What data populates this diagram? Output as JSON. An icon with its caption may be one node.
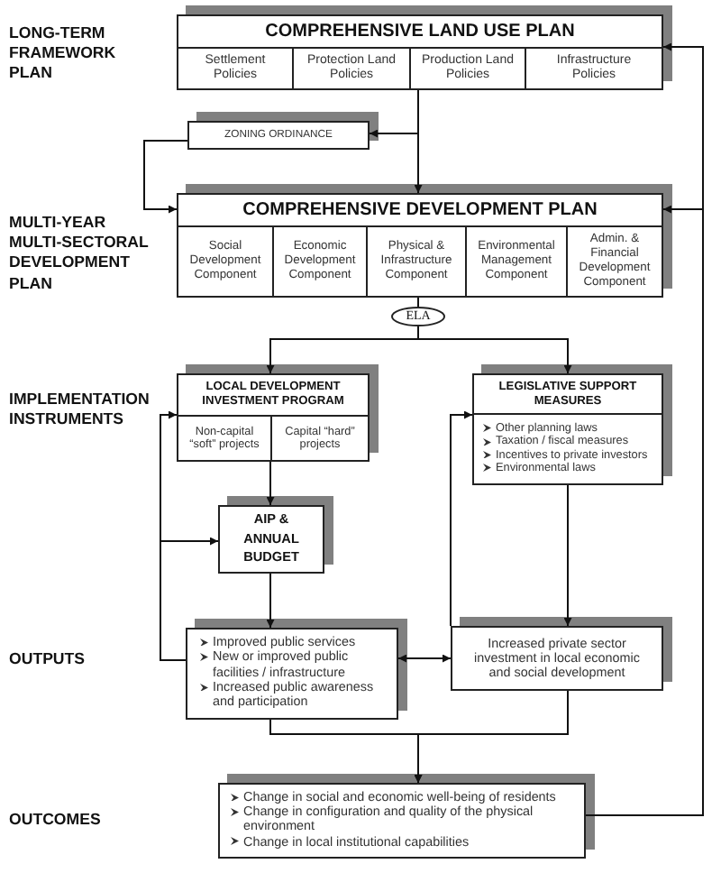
{
  "diagram": {
    "nodes": [
      {
        "text": [
          "COMPREHENSIVE LAND USE PLAN"
        ]
      },
      {
        "text": [
          "Settlement Policies"
        ],
        "in": 0
      },
      {
        "text": [
          "Protection Land Policies"
        ],
        "in": 0
      },
      {
        "text": [
          "Production Land Policies"
        ],
        "in": 0
      },
      {
        "text": [
          "Infrastructure Policies"
        ],
        "in": 0
      },
      {
        "text": [
          "ZONING ORDINANCE"
        ]
      },
      {
        "text": [
          "COMPREHENSIVE DEVELOPMENT PLAN"
        ]
      },
      {
        "text": [
          "Social Development Component"
        ],
        "in": 6
      },
      {
        "text": [
          "Economic Development Component"
        ],
        "in": 6
      },
      {
        "text": [
          "Physical & Infrastructure Component"
        ],
        "in": 6
      },
      {
        "text": [
          "Environmental Management Component"
        ],
        "in": 6
      },
      {
        "text": [
          "Admin. & Financial Development Component"
        ],
        "in": 6
      },
      {
        "text": [
          "ELA"
        ]
      },
      {
        "text": [
          "LOCAL DEVELOPMENT INVESTMENT PROGRAM"
        ]
      },
      {
        "text": [
          "Non-capital “soft” projects"
        ],
        "in": 13
      },
      {
        "text": [
          "Capital “hard” projects"
        ],
        "in": 13
      },
      {
        "text": [
          "LEGISLATIVE SUPPORT MEASURES",
          "Other planning laws",
          "Taxation / fiscal measures",
          "Incentives to private investors",
          "Environmental laws"
        ]
      },
      {
        "text": [
          "AIP & ANNUAL BUDGET"
        ]
      },
      {
        "text": [
          "Improved public services",
          "New or improved public facilities / infrastructure",
          "Increased public awareness and participation"
        ]
      },
      {
        "text": [
          "Increased private sector investment in local economic and social development"
        ]
      },
      {
        "text": [
          "Change in social and economic well-being of residents",
          "Change in configuration and quality of the physical environment",
          "Change in local institutional capabilities"
        ]
      }
    ],
    "edges": [
      {
        "from": 0,
        "to": 5,
        "arrow": "to"
      },
      {
        "from": 0,
        "to": 6,
        "arrow": "to"
      },
      {
        "from": 5,
        "to": 6,
        "arrow": "to"
      },
      {
        "from": 6,
        "to": 12,
        "arrow": "none"
      },
      {
        "from": 12,
        "to": 13,
        "arrow": "to"
      },
      {
        "from": 12,
        "to": 16,
        "arrow": "to"
      },
      {
        "from": 13,
        "to": 17,
        "arrow": "to"
      },
      {
        "from": 17,
        "to": 18,
        "arrow": "to"
      },
      {
        "from": 18,
        "to": 13,
        "arrow": "to"
      },
      {
        "from": 18,
        "to": 17,
        "arrow": "to"
      },
      {
        "from": 16,
        "to": 19,
        "arrow": "to"
      },
      {
        "from": 19,
        "to": 16,
        "arrow": "to"
      },
      {
        "from": 18,
        "to": 19,
        "arrow": "both"
      },
      {
        "from": 18,
        "to": 20,
        "arrow": "to"
      },
      {
        "from": 19,
        "to": 20,
        "arrow": "to"
      },
      {
        "from": 20,
        "to": 0,
        "arrow": "to"
      },
      {
        "from": 20,
        "to": 6,
        "arrow": "to"
      }
    ],
    "labels": [
      "LONG-TERM FRAMEWORK PLAN",
      "MULTI-YEAR MULTI-SECTORAL DEVELOPMENT PLAN",
      "IMPLEMENTATION INSTRUMENTS",
      "OUTPUTS",
      "OUTCOMES"
    ]
  }
}
